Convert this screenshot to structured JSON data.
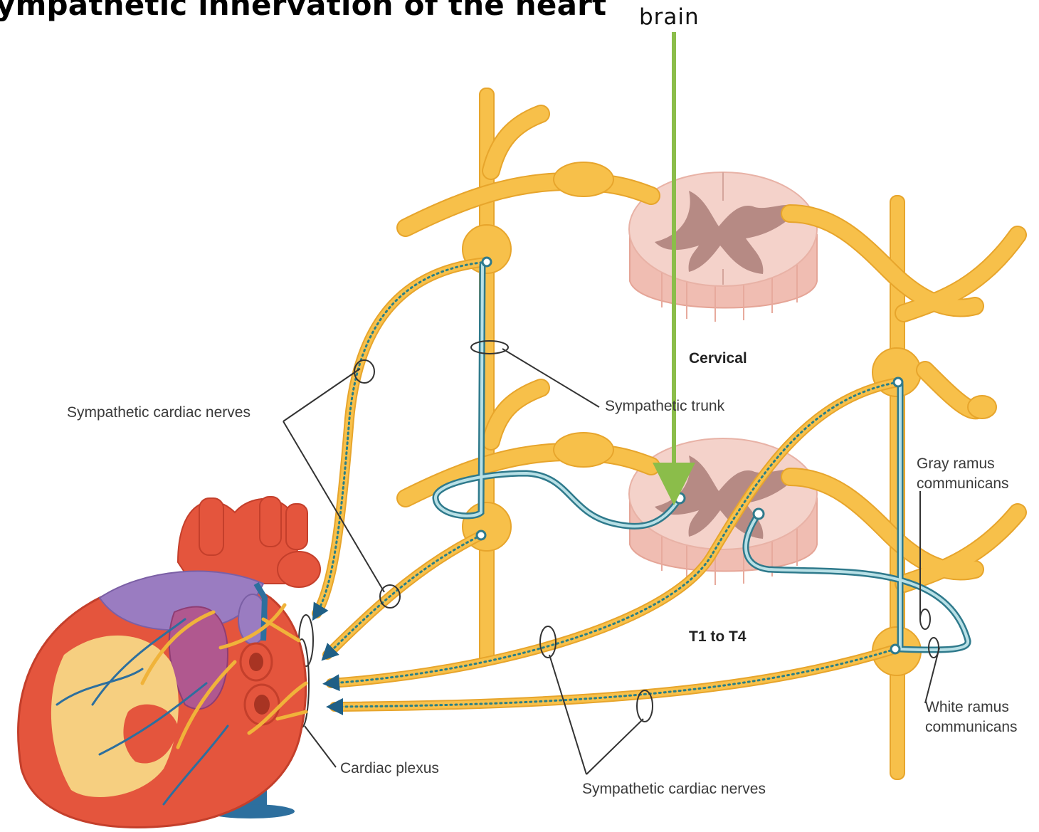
{
  "title": "ympathetic innervation of the heart",
  "brain_label": "brain",
  "levels": {
    "cervical": "Cervical",
    "thoracic": "T1 to T4"
  },
  "labels": {
    "sympathetic_cardiac_nerves_left": "Sympathetic cardiac nerves",
    "sympathetic_trunk": "Sympathetic trunk",
    "gray_ramus_line1": "Gray ramus",
    "gray_ramus_line2": "communicans",
    "white_ramus_line1": "White ramus",
    "white_ramus_line2": "communicans",
    "cardiac_plexus": "Cardiac plexus",
    "sympathetic_cardiac_nerves_bottom": "Sympathetic cardiac nerves"
  },
  "colors": {
    "nerve": "#f7c04a",
    "nerve_edge": "#e7a52c",
    "spinal_cord": "#f1c9c0",
    "gray_matter": "#b68a84",
    "neuron_path": "#2f7a8c",
    "brain_arrow": "#8bbd4a",
    "heart_red": "#e4553d",
    "heart_yellow": "#f6cf80",
    "heart_purple": "#9a7cc1",
    "vein_blue": "#2d6f9e"
  }
}
